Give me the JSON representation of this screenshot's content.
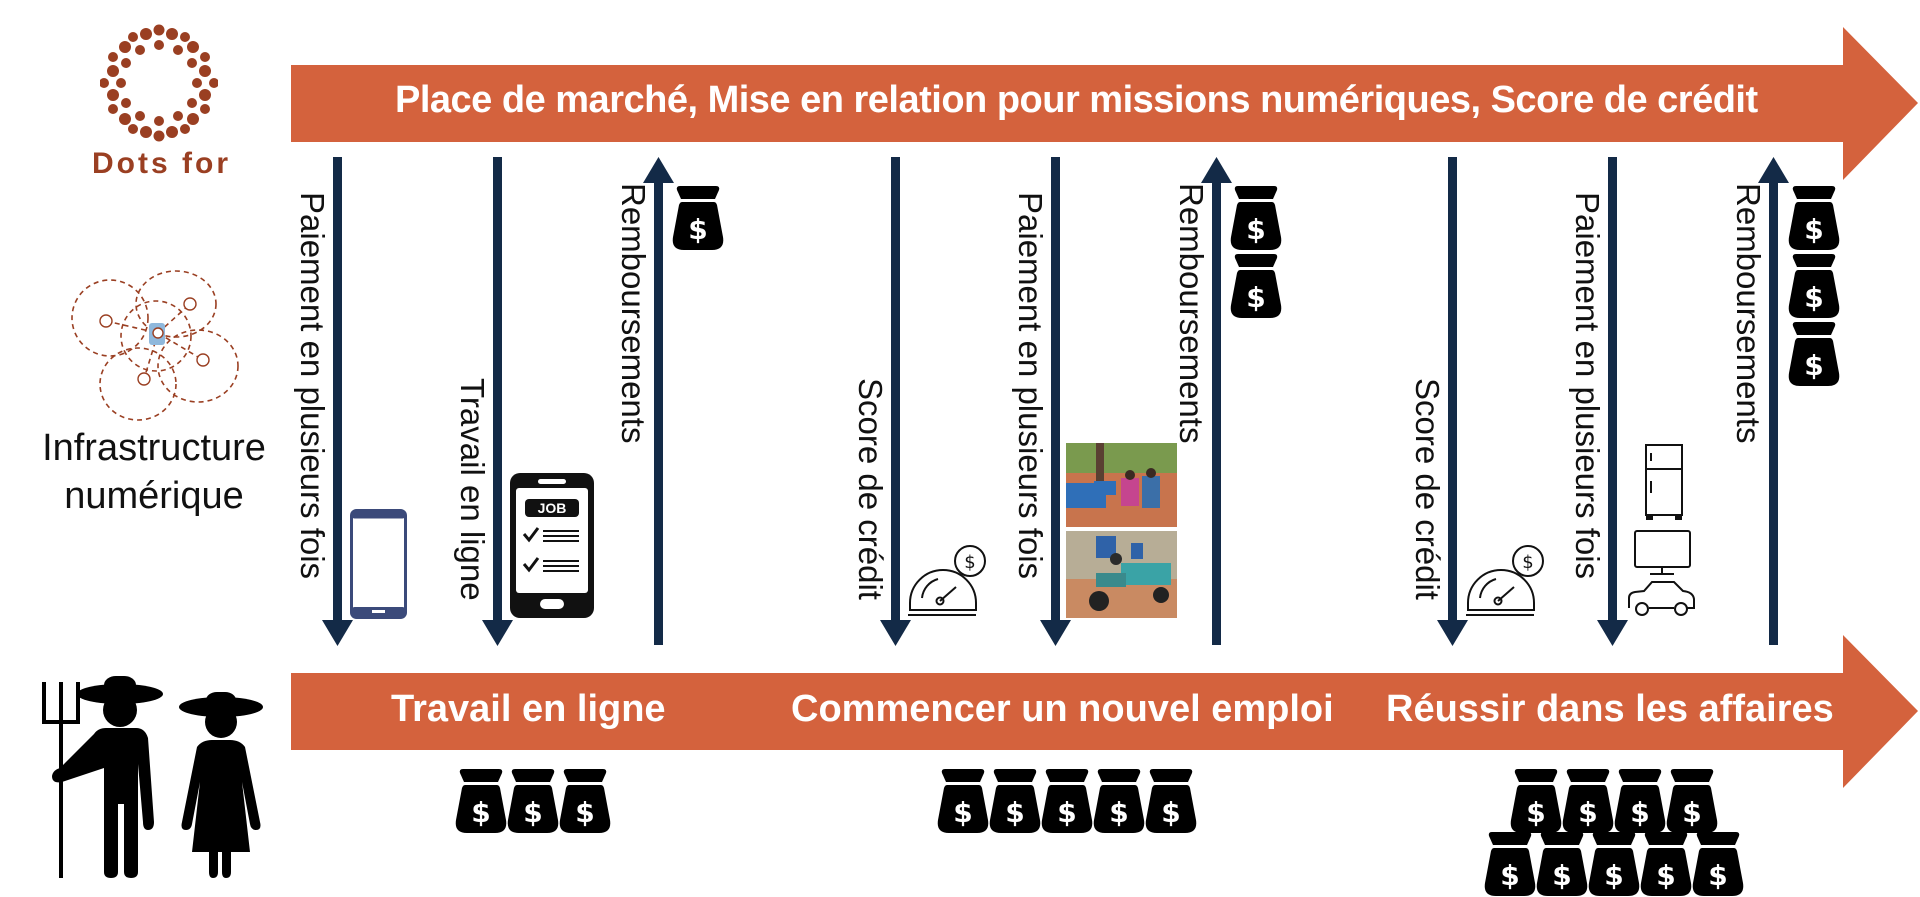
{
  "brand": {
    "name": "Dots for",
    "color": "#9a3f22"
  },
  "left_panel": {
    "infrastructure_label_line1": "Infrastructure",
    "infrastructure_label_line2": "numérique",
    "network_icon": "network-diagram-icon",
    "farmers_icon": "farmers-icon"
  },
  "top_arrow": {
    "label": "Place de marché, Mise en relation pour missions numériques, Score de crédit",
    "color": "#d4623d"
  },
  "bottom_arrow": {
    "stages": [
      {
        "label": "Travail en ligne",
        "bags": 3
      },
      {
        "label": "Commencer un nouvel emploi",
        "bags": 5
      },
      {
        "label": "Réussir dans les affaires",
        "bags": 9
      }
    ],
    "color": "#d4623d"
  },
  "flows": [
    {
      "label": "Paiement en plusieurs fois",
      "direction": "down",
      "icon": "smartphone-icon"
    },
    {
      "label": "Travail en ligne",
      "direction": "down",
      "icon": "job-phone-icon"
    },
    {
      "label": "Remboursements",
      "direction": "up",
      "icon": "money-bag-icon",
      "bags": 1
    },
    {
      "label": "Score de crédit",
      "direction": "down",
      "icon": "credit-score-gauge-icon"
    },
    {
      "label": "Paiement en plusieurs fois",
      "direction": "down",
      "icon": "photos-equipment-icon"
    },
    {
      "label": "Remboursements",
      "direction": "up",
      "icon": "money-bag-icon",
      "bags": 2
    },
    {
      "label": "Score de crédit",
      "direction": "down",
      "icon": "credit-score-gauge-icon"
    },
    {
      "label": "Paiement en plusieurs fois",
      "direction": "down",
      "icon": "appliances-icon"
    },
    {
      "label": "Remboursements",
      "direction": "up",
      "icon": "money-bag-icon",
      "bags": 3
    }
  ],
  "icons": {
    "job_badge": "JOB",
    "dollar": "$"
  },
  "colors": {
    "arrow_orange": "#d4623d",
    "line_navy": "#132a47",
    "logo_brown": "#9a3f22"
  }
}
